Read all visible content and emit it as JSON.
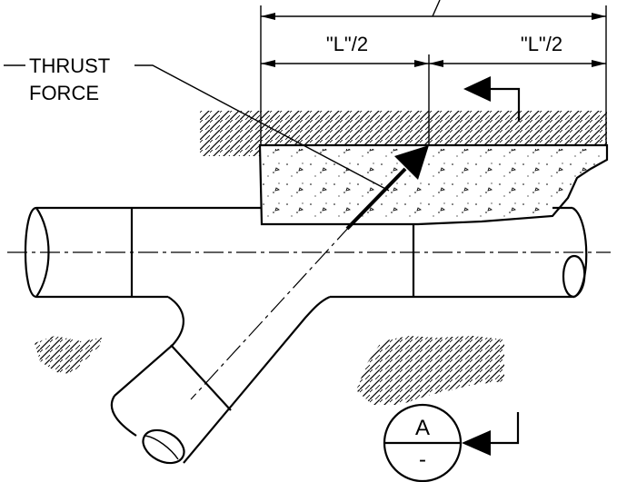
{
  "labels": {
    "thrust_line1": "THRUST",
    "thrust_line2": "FORCE",
    "dim_left": "\"L\"/2",
    "dim_right": "\"L\"/2",
    "section_letter": "A",
    "section_sheet": "-"
  }
}
